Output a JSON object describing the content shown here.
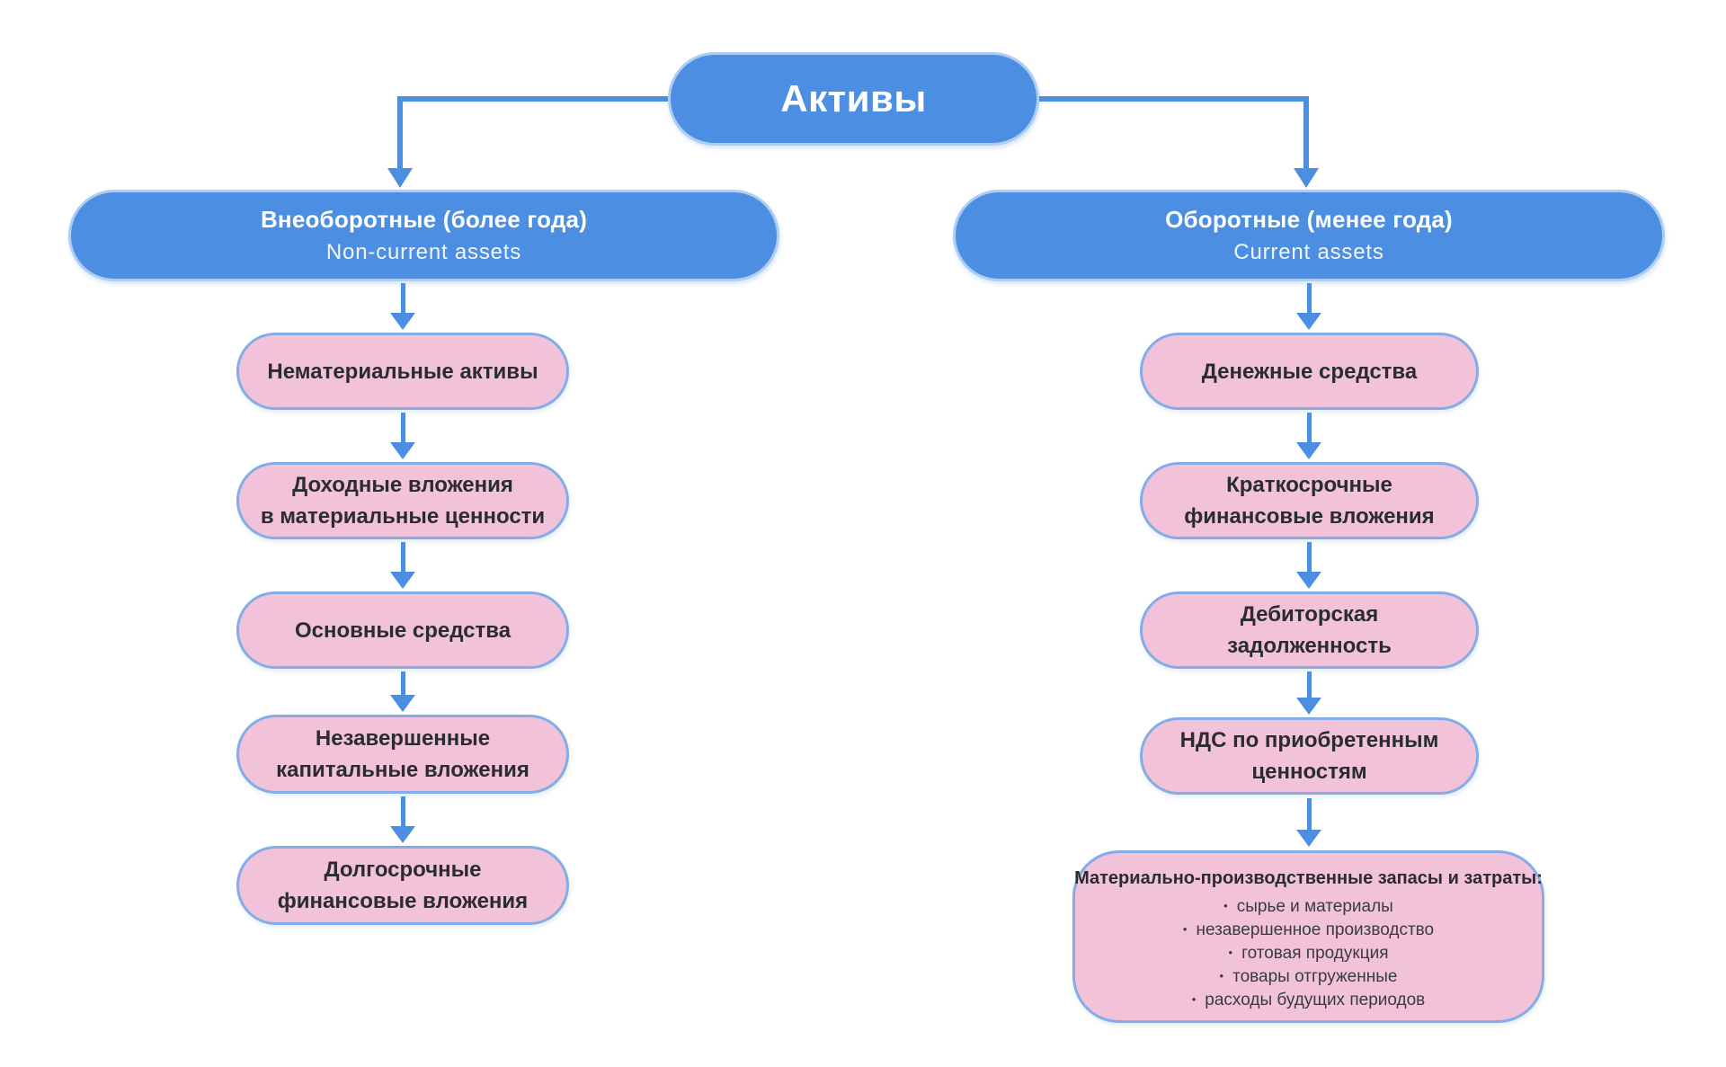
{
  "diagram": {
    "root": {
      "label": "Активы"
    },
    "left_branch": {
      "title": "Внеоборотные (более года)",
      "subtitle": "Non-current assets",
      "nodes": [
        {
          "lines": [
            "Нематериальные активы"
          ]
        },
        {
          "lines": [
            "Доходные вложения",
            "в материальные ценности"
          ]
        },
        {
          "lines": [
            "Основные средства"
          ]
        },
        {
          "lines": [
            "Незавершенные",
            "капитальные вложения"
          ]
        },
        {
          "lines": [
            "Долгосрочные",
            "финансовые вложения"
          ]
        }
      ]
    },
    "right_branch": {
      "title": "Оборотные (менее года)",
      "subtitle": "Current assets",
      "nodes": [
        {
          "lines": [
            "Денежные средства"
          ]
        },
        {
          "lines": [
            "Краткосрочные",
            "финансовые вложения"
          ]
        },
        {
          "lines": [
            "Дебиторская",
            "задолженность"
          ]
        },
        {
          "lines": [
            "НДС по приобретенным",
            "ценностям"
          ]
        }
      ],
      "inventory_node": {
        "title": "Материально-производственные запасы и затраты:",
        "bullets": [
          "сырье и материалы",
          "незавершенное производство",
          "готовая продукция",
          "товары отгруженные",
          "расходы будущих периодов"
        ]
      }
    },
    "colors": {
      "node_blue": "#4c8fe2",
      "node_blue_border": "#aecdf2",
      "node_pink": "#f2c3d8",
      "node_pink_border": "#83ade8",
      "arrow_blue": "#4c8fe2",
      "text_dark": "#2b2b33"
    }
  }
}
